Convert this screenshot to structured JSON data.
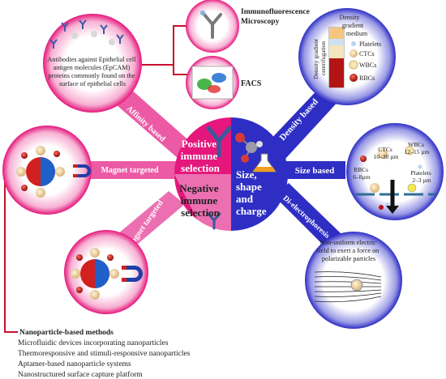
{
  "center": {
    "positive": [
      "Positive",
      "immune",
      "selection"
    ],
    "negative": [
      "Negative",
      "immune",
      "selection"
    ],
    "physical": [
      "Size,",
      "shape",
      "and",
      "charge"
    ]
  },
  "spokes": {
    "affinity": "Affinity based",
    "magnet_left": "Magnet targeted",
    "magnet_bottom": "Magnet targeted",
    "density": "Density based",
    "size": "Size based",
    "dielectro": "Di-electrophoresis"
  },
  "bubbles": {
    "antibodies": [
      "Antibodies against Epithelial cell",
      "antigen molecules (EpCAM)",
      "proteins commonly found on the",
      "surface of epithelial cells"
    ],
    "if_label": [
      "Immunofluorescence",
      "Microscopy"
    ],
    "facs": "FACS",
    "density": {
      "top": [
        "Density",
        "gradient",
        "medium"
      ],
      "axis": [
        "Density gradient",
        "centrifugation"
      ],
      "legend": [
        "Platelets",
        "CTCs",
        "WBCs",
        "RBCs"
      ]
    },
    "size": {
      "wbc": [
        "WBCs",
        "12–15 µm"
      ],
      "ctc": [
        "CTCs",
        "10–30 µm"
      ],
      "rbc": [
        "RBCs",
        "6–8µm"
      ],
      "plt": [
        "Platelets",
        "2–3 µm"
      ]
    },
    "dep": [
      "Non-uniform electric",
      "field to exert a force on",
      "polarizable particles"
    ]
  },
  "nanoparticle": {
    "title": "Nanoparticle-based methods",
    "items": [
      "Microfluidic devices incorporating nanoparticles",
      "Thermoresponsive and stimuli-responsive nanoparticles",
      "Aptamer-based nanoparticle systems",
      "Nanostructured  surface capture platform"
    ]
  },
  "colors": {
    "pink": "#e5177c",
    "light_pink": "#ec6fb2",
    "blue": "#2e2ec4",
    "red_line": "#c8102e"
  }
}
